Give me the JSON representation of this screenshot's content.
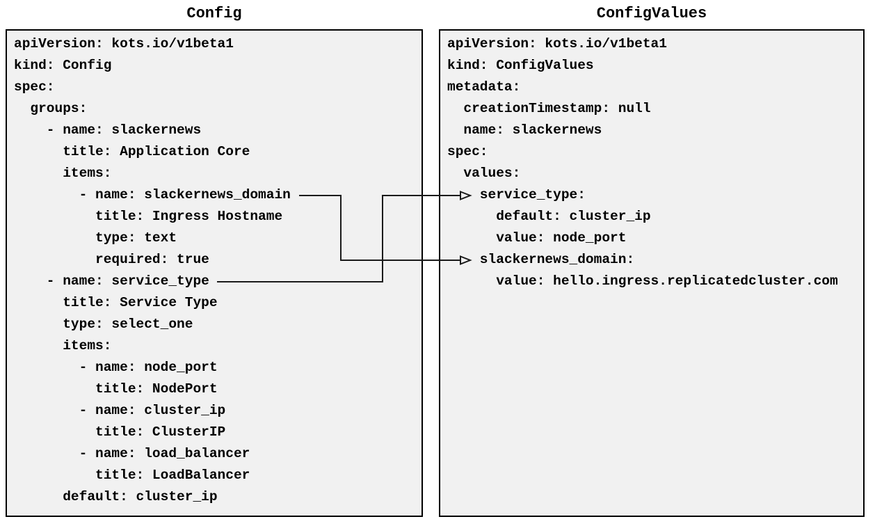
{
  "left_panel": {
    "title": "Config",
    "lines": [
      "apiVersion: kots.io/v1beta1",
      "kind: Config",
      "spec:",
      "  groups:",
      "    - name: slackernews",
      "      title: Application Core",
      "      items:",
      "        - name: slackernews_domain",
      "          title: Ingress Hostname",
      "          type: text",
      "          required: true",
      "    - name: service_type",
      "      title: Service Type",
      "      type: select_one",
      "      items:",
      "        - name: node_port",
      "          title: NodePort",
      "        - name: cluster_ip",
      "          title: ClusterIP",
      "        - name: load_balancer",
      "          title: LoadBalancer",
      "      default: cluster_ip"
    ]
  },
  "right_panel": {
    "title": "ConfigValues",
    "lines": [
      "apiVersion: kots.io/v1beta1",
      "kind: ConfigValues",
      "metadata:",
      "  creationTimestamp: null",
      "  name: slackernews",
      "spec:",
      "  values:",
      "    service_type:",
      "      default: cluster_ip",
      "      value: node_port",
      "    slackernews_domain:",
      "      value: hello.ingress.replicatedcluster.com"
    ]
  },
  "connections": [
    {
      "from": "Config: - name: slackernews_domain",
      "to": "ConfigValues: slackernews_domain:"
    },
    {
      "from": "Config: - name: service_type",
      "to": "ConfigValues: service_type:"
    }
  ],
  "colors": {
    "panel_bg": "#f1f1f1",
    "panel_border": "#000000",
    "text": "#000000",
    "connector": "#1a1a1a"
  }
}
